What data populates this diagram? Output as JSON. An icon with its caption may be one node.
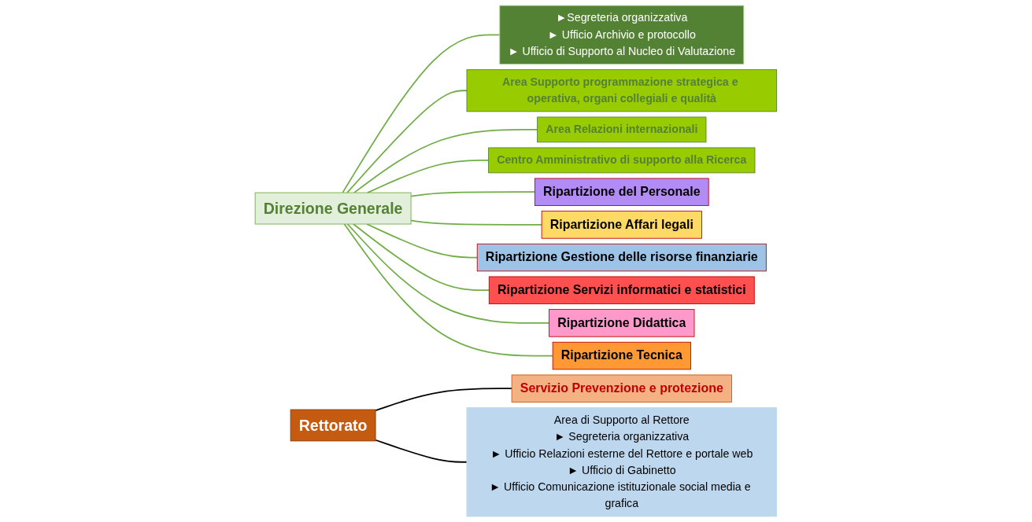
{
  "diagram": {
    "nodes": [
      {
        "text": [
          "Direzione Generale"
        ]
      },
      {
        "text": [
          "Rettorato"
        ]
      },
      {
        "text": [
          "►Segreteria organizzativa",
          "► Ufficio Archivio e protocollo",
          "► Ufficio di Supporto al Nucleo di Valutazione"
        ]
      },
      {
        "text": [
          "Area Supporto programmazione strategica e operativa, organi collegiali e qualità"
        ]
      },
      {
        "text": [
          "Area Relazioni internazionali"
        ]
      },
      {
        "text": [
          "Centro Amministrativo di supporto alla Ricerca"
        ]
      },
      {
        "text": [
          "Servizio Prevenzione e protezione"
        ]
      },
      {
        "text": [
          "Area di Supporto al Rettore",
          "► Segreteria organizzativa",
          "► Ufficio Relazioni esterne del Rettore e portale web",
          "► Ufficio di Gabinetto",
          "► Ufficio Comunicazione istituzionale social media e grafica"
        ]
      },
      {
        "text": [
          "Ripartizione del Personale"
        ]
      },
      {
        "text": [
          "Ripartizione Affari legali"
        ]
      },
      {
        "text": [
          "Ripartizione Gestione delle risorse finanziarie"
        ]
      },
      {
        "text": [
          "Ripartizione Servizi informatici e statistici"
        ]
      },
      {
        "text": [
          "Ripartizione Didattica"
        ]
      },
      {
        "text": [
          "Ripartizione Tecnica"
        ]
      }
    ],
    "edges": [
      {
        "from": 0,
        "to": 2,
        "arrow": "none"
      },
      {
        "from": 0,
        "to": 3,
        "arrow": "none"
      },
      {
        "from": 0,
        "to": 4,
        "arrow": "none"
      },
      {
        "from": 0,
        "to": 5,
        "arrow": "none"
      },
      {
        "from": 0,
        "to": 8,
        "arrow": "none"
      },
      {
        "from": 0,
        "to": 9,
        "arrow": "none"
      },
      {
        "from": 0,
        "to": 10,
        "arrow": "none"
      },
      {
        "from": 0,
        "to": 11,
        "arrow": "none"
      },
      {
        "from": 0,
        "to": 12,
        "arrow": "none"
      },
      {
        "from": 0,
        "to": 13,
        "arrow": "none"
      },
      {
        "from": 1,
        "to": 6,
        "arrow": "none",
        "color": "#000000"
      },
      {
        "from": 1,
        "to": 7,
        "arrow": "none",
        "color": "#000000"
      }
    ]
  }
}
